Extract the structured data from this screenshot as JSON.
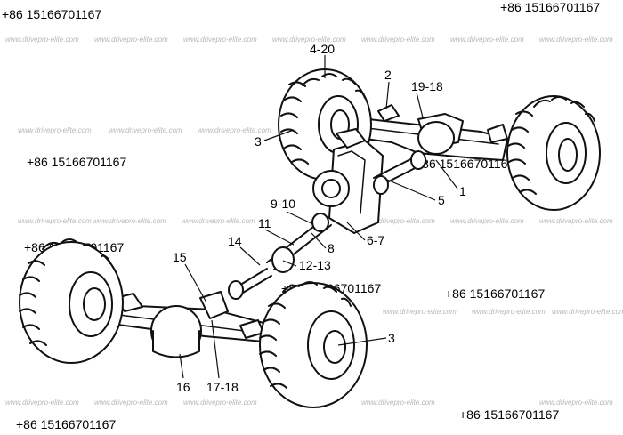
{
  "watermarks": {
    "phone": "+86 15166701167",
    "site": "www.drivepro-elite.com"
  },
  "callouts": {
    "c_4_20": "4-20",
    "c_2": "2",
    "c_19_18": "19-18",
    "c_3_top": "3",
    "c_1": "1",
    "c_5": "5",
    "c_9_10": "9-10",
    "c_11": "11",
    "c_8": "8",
    "c_6_7": "6-7",
    "c_14": "14",
    "c_12_13": "12-13",
    "c_15": "15",
    "c_3_bottom": "3",
    "c_16": "16",
    "c_17_18": "17-18"
  }
}
